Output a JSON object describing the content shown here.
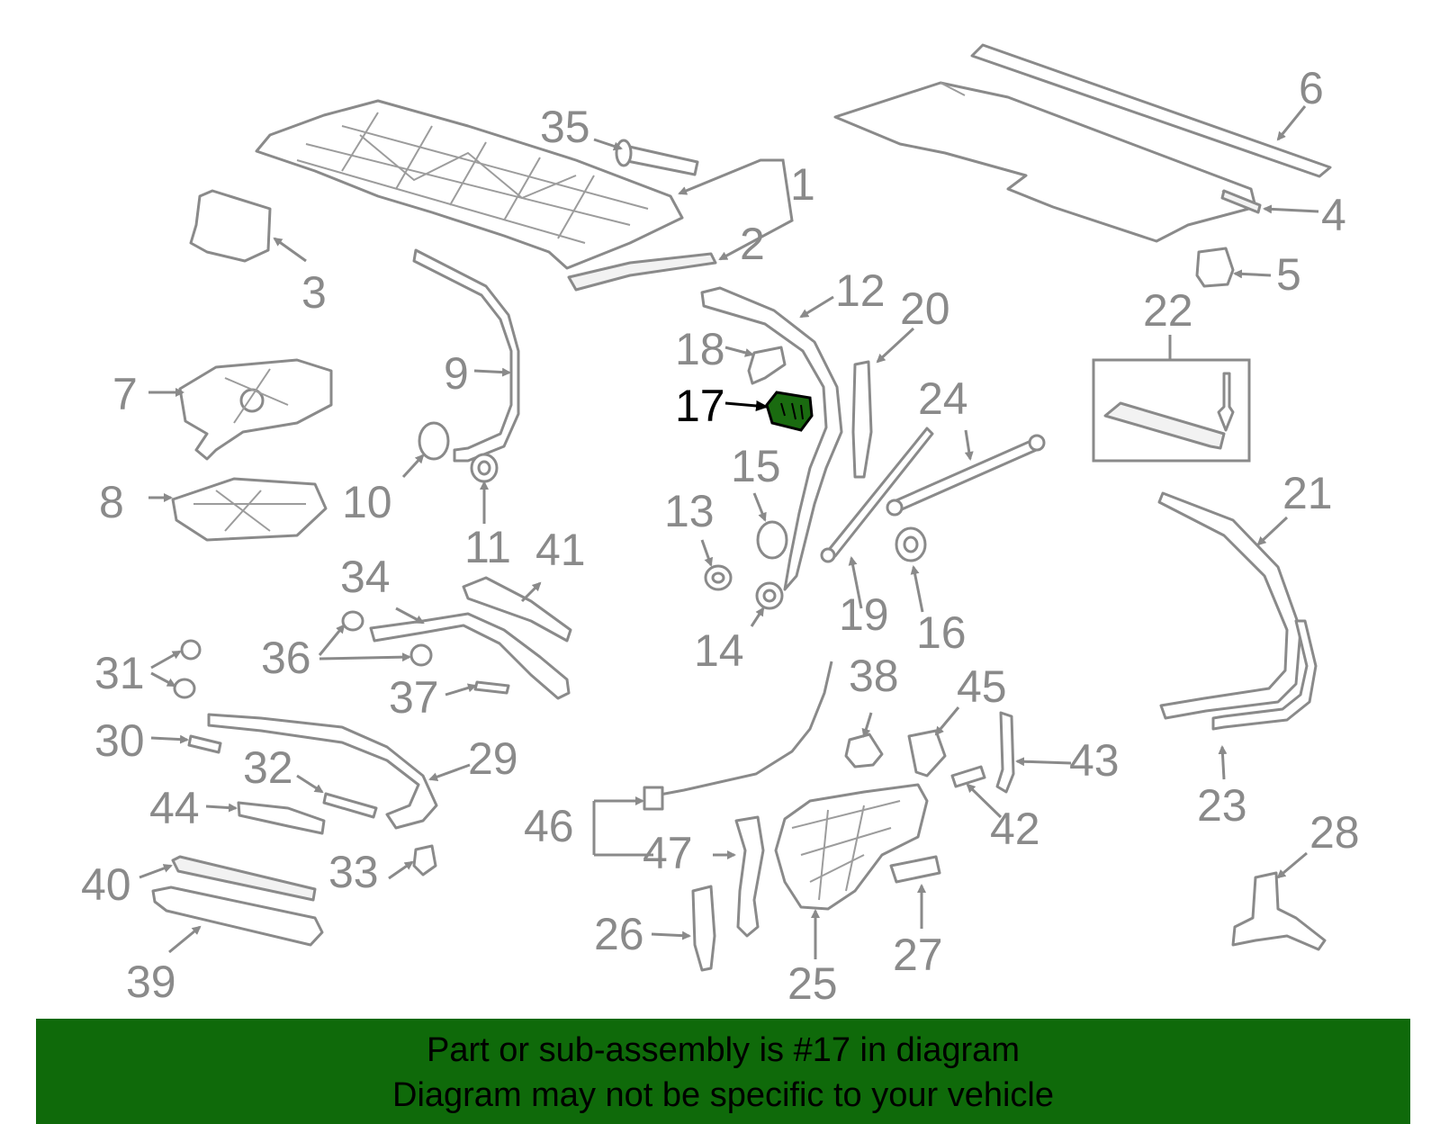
{
  "diagram": {
    "highlighted_part": "17",
    "highlight_color": "#1a6b10",
    "callouts": [
      "1",
      "2",
      "3",
      "4",
      "5",
      "6",
      "7",
      "8",
      "9",
      "10",
      "11",
      "12",
      "13",
      "14",
      "15",
      "16",
      "17",
      "18",
      "19",
      "20",
      "21",
      "22",
      "23",
      "24",
      "25",
      "26",
      "27",
      "28",
      "29",
      "30",
      "31",
      "32",
      "33",
      "34",
      "35",
      "36",
      "37",
      "38",
      "39",
      "40",
      "41",
      "42",
      "43",
      "44",
      "45",
      "46",
      "47"
    ]
  },
  "banner": {
    "line1": "Part or sub-assembly is #17 in diagram",
    "line2": "Diagram may not be specific to your vehicle",
    "background": "#0f6a0a"
  }
}
